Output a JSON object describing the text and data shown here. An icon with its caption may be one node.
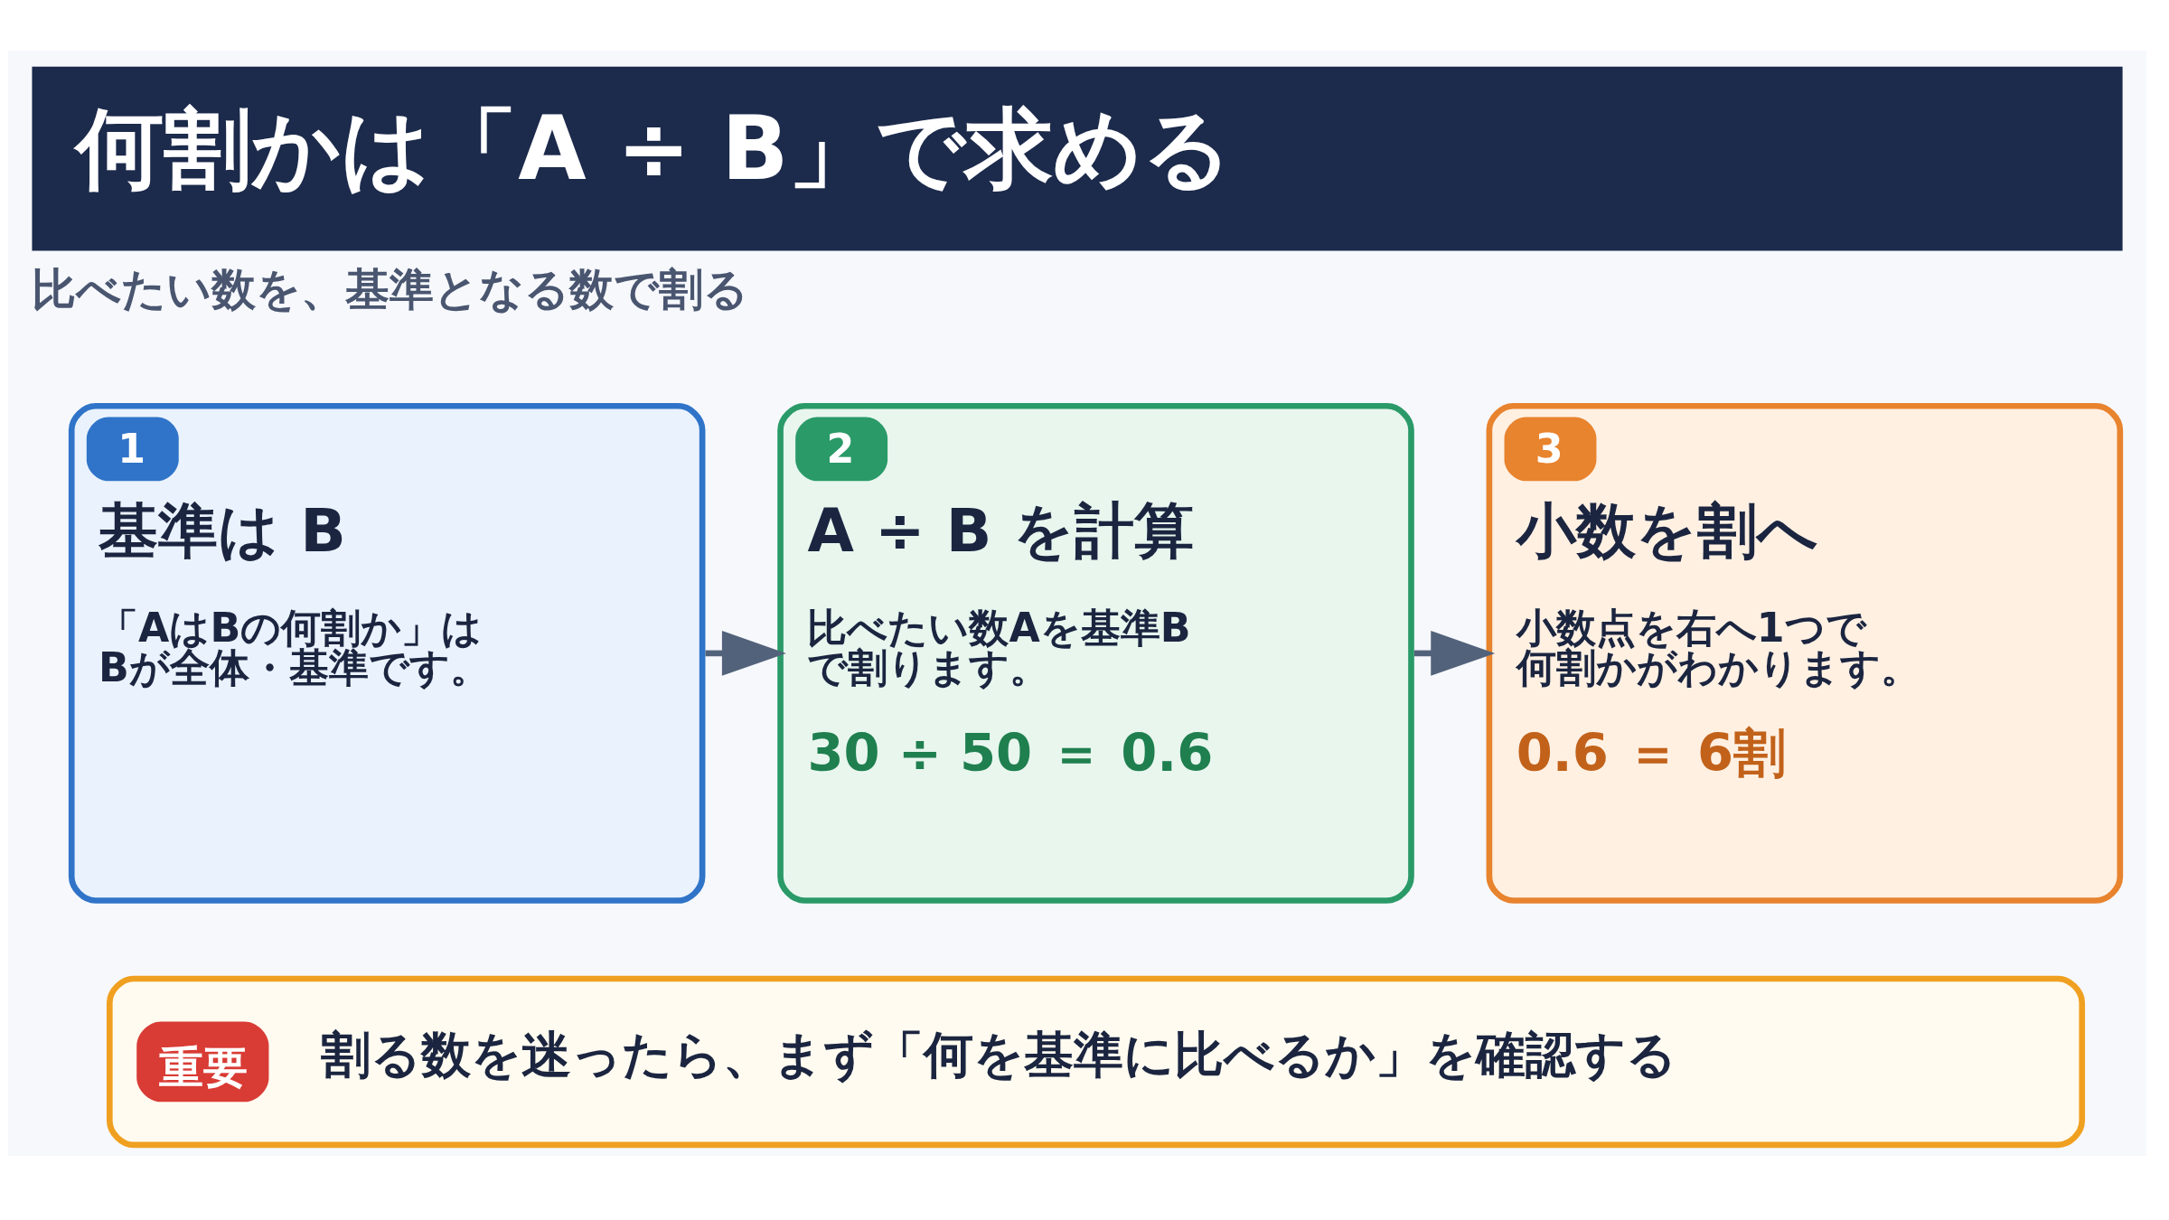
{
  "diagram": {
    "title": "何割かは「A ÷ B」で求める",
    "nodes": [
      {
        "text": [
          "1",
          "基準は B",
          "「AはBの何割か」はBが全体・基準です。"
        ]
      },
      {
        "text": [
          "2",
          "A ÷ B を計算",
          "比べたい数Aを基準Bで割ります。",
          "30 ÷ 50 ＝ 0.6"
        ]
      },
      {
        "text": [
          "3",
          "小数を割へ",
          "小数点を右へ1つで何割かがわかります。",
          "0.6 ＝ 6割"
        ]
      },
      {
        "text": [
          "重要",
          "割る数を迷ったら、まず「何を基準に比べるか」を確認する"
        ]
      }
    ],
    "edges": [
      {
        "from": 0,
        "to": 1,
        "arrow": "to"
      },
      {
        "from": 1,
        "to": 2,
        "arrow": "to"
      }
    ],
    "labels": [
      "比べたい数を、基準となる数で割る"
    ]
  }
}
